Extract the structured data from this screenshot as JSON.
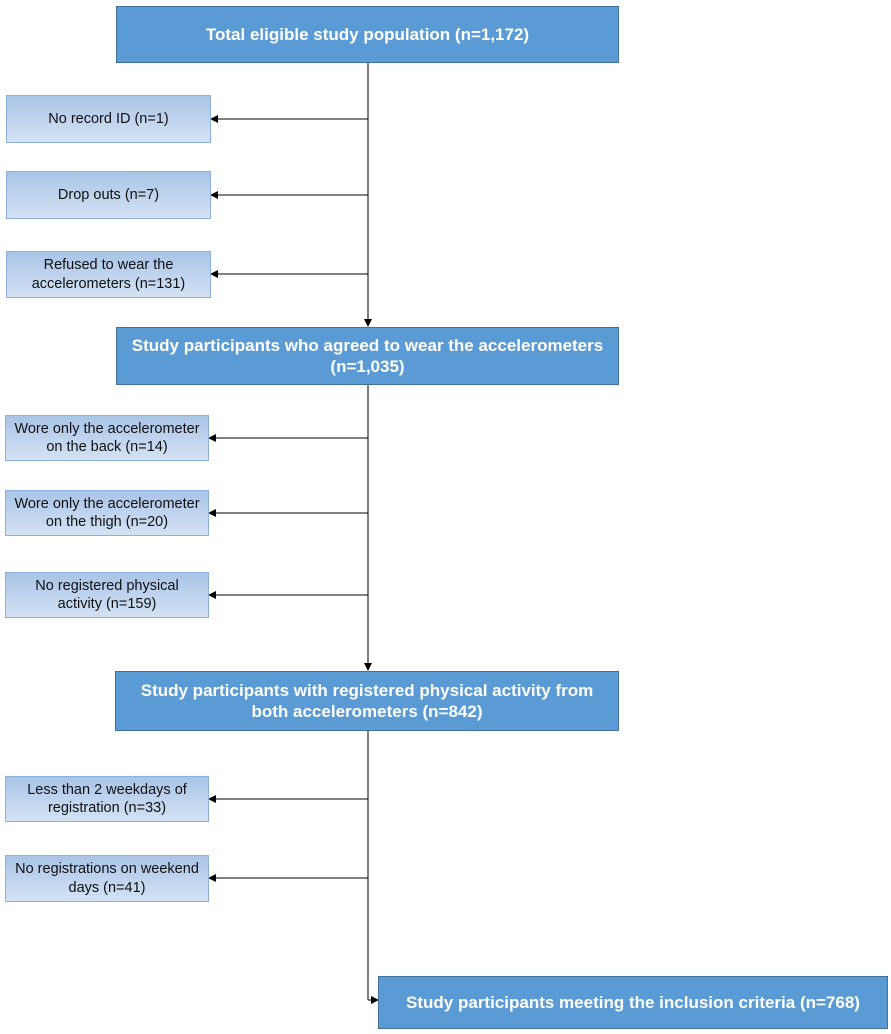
{
  "main_boxes": [
    {
      "text": "Total eligible study population (n=1,172)"
    },
    {
      "text": "Study participants who agreed to wear the accelerometers (n=1,035)"
    },
    {
      "text": "Study participants with registered physical activity from both accelerometers (n=842)"
    },
    {
      "text": "Study participants meeting the inclusion criteria (n=768)"
    }
  ],
  "exclusion_boxes": [
    {
      "text": "No record ID (n=1)"
    },
    {
      "text": "Drop outs (n=7)"
    },
    {
      "text": "Refused to wear the accelerometers (n=131)"
    },
    {
      "text": "Wore only the accelerometer on the back (n=14)"
    },
    {
      "text": "Wore only the accelerometer on the thigh (n=20)"
    },
    {
      "text": "No registered physical activity (n=159)"
    },
    {
      "text": "Less than 2 weekdays of registration (n=33)"
    },
    {
      "text": "No registrations on weekend days (n=41)"
    }
  ],
  "colors": {
    "main_fill": "#5b9bd5",
    "main_text": "#ffffff",
    "side_fill": "#bdd3ef",
    "line": "#000000"
  }
}
